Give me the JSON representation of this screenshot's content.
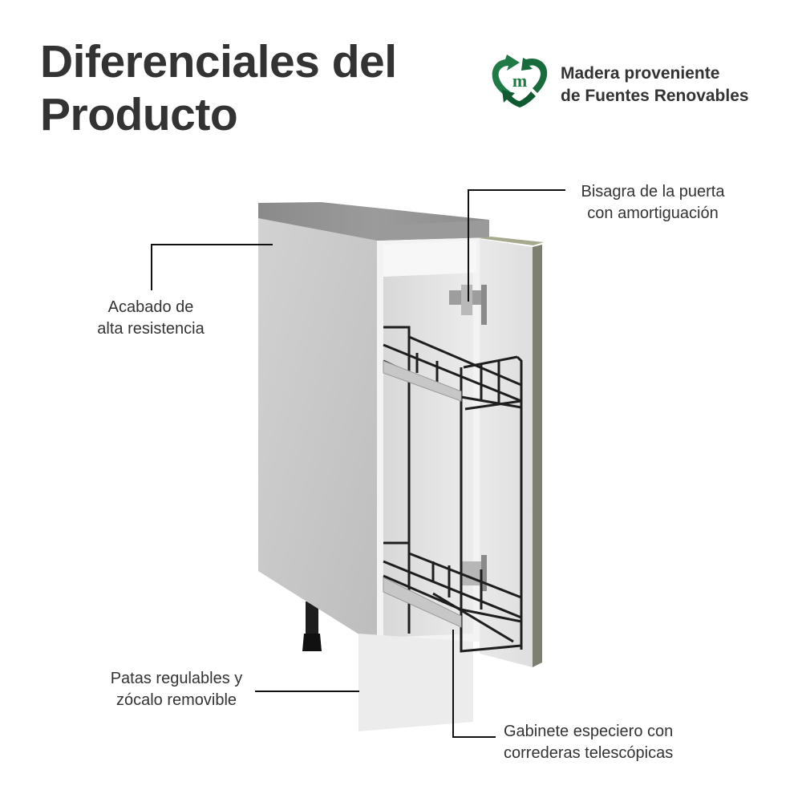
{
  "header": {
    "title_line1": "Diferenciales del",
    "title_line2": "Producto"
  },
  "badge": {
    "icon": "recycle-heart-m-icon",
    "line1": "Madera proveniente",
    "line2": "de Fuentes Renovables",
    "color_primary": "#1f7a45",
    "color_dark": "#0f5a30"
  },
  "callouts": [
    {
      "id": "hinge",
      "line1": "Bisagra de la puerta",
      "line2": "con amortiguación"
    },
    {
      "id": "finish",
      "line1": "Acabado de",
      "line2": "alta resistencia"
    },
    {
      "id": "legs",
      "line1": "Patas regulables y",
      "line2": "zócalo removible"
    },
    {
      "id": "rails",
      "line1": "Gabinete especiero con",
      "line2": "correderas telescópicas"
    }
  ],
  "product": {
    "name": "spice-rack-base-cabinet",
    "countertop_color": "#8f8f8f",
    "body_color": "#e4e4e4",
    "door_edge_color": "#7d8070",
    "wire_color": "#1e1e1e"
  }
}
